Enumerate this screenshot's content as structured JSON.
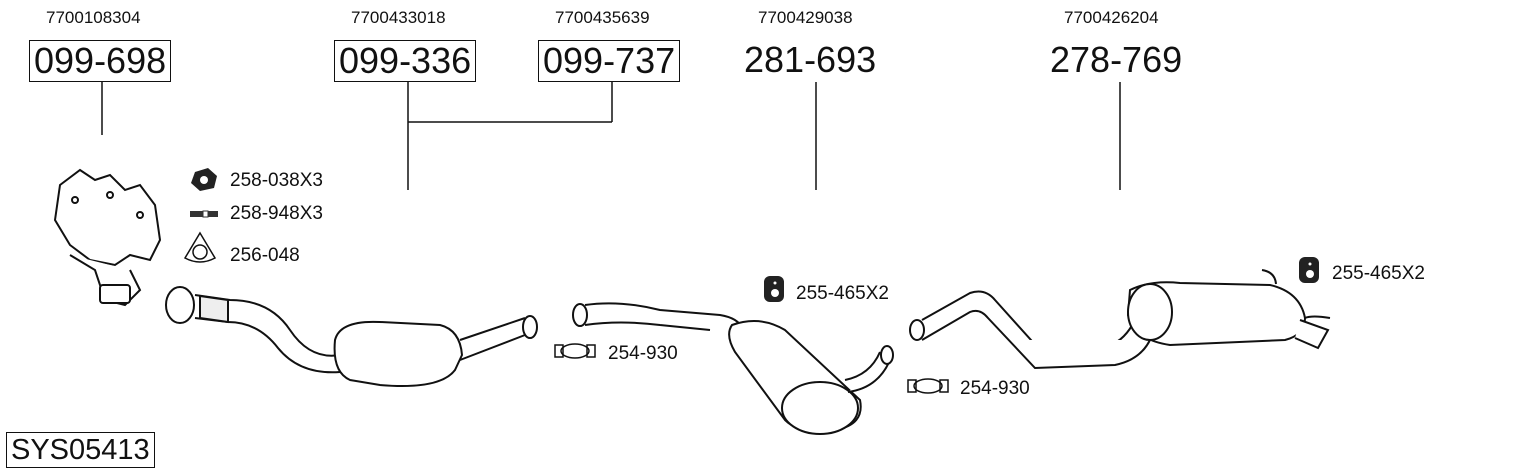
{
  "system_id": "SYS05413",
  "parts": [
    {
      "part_no": "099-698",
      "oem": "7700108304",
      "boxed": true
    },
    {
      "part_no": "099-336",
      "oem": "7700433018",
      "boxed": true
    },
    {
      "part_no": "099-737",
      "oem": "7700435639",
      "boxed": true
    },
    {
      "part_no": "281-693",
      "oem": "7700429038",
      "boxed": false
    },
    {
      "part_no": "278-769",
      "oem": "7700426204",
      "boxed": false
    }
  ],
  "accessories": [
    {
      "label": "258-038X3",
      "icon": "nut-icon"
    },
    {
      "label": "258-948X3",
      "icon": "stud-bolt-icon"
    },
    {
      "label": "256-048",
      "icon": "gasket-icon"
    },
    {
      "label": "254-930",
      "icon": "clamp-icon"
    },
    {
      "label": "255-465X2",
      "icon": "rubber-hanger-icon"
    },
    {
      "label": "254-930",
      "icon": "clamp-icon"
    },
    {
      "label": "255-465X2",
      "icon": "rubber-hanger-icon"
    }
  ]
}
